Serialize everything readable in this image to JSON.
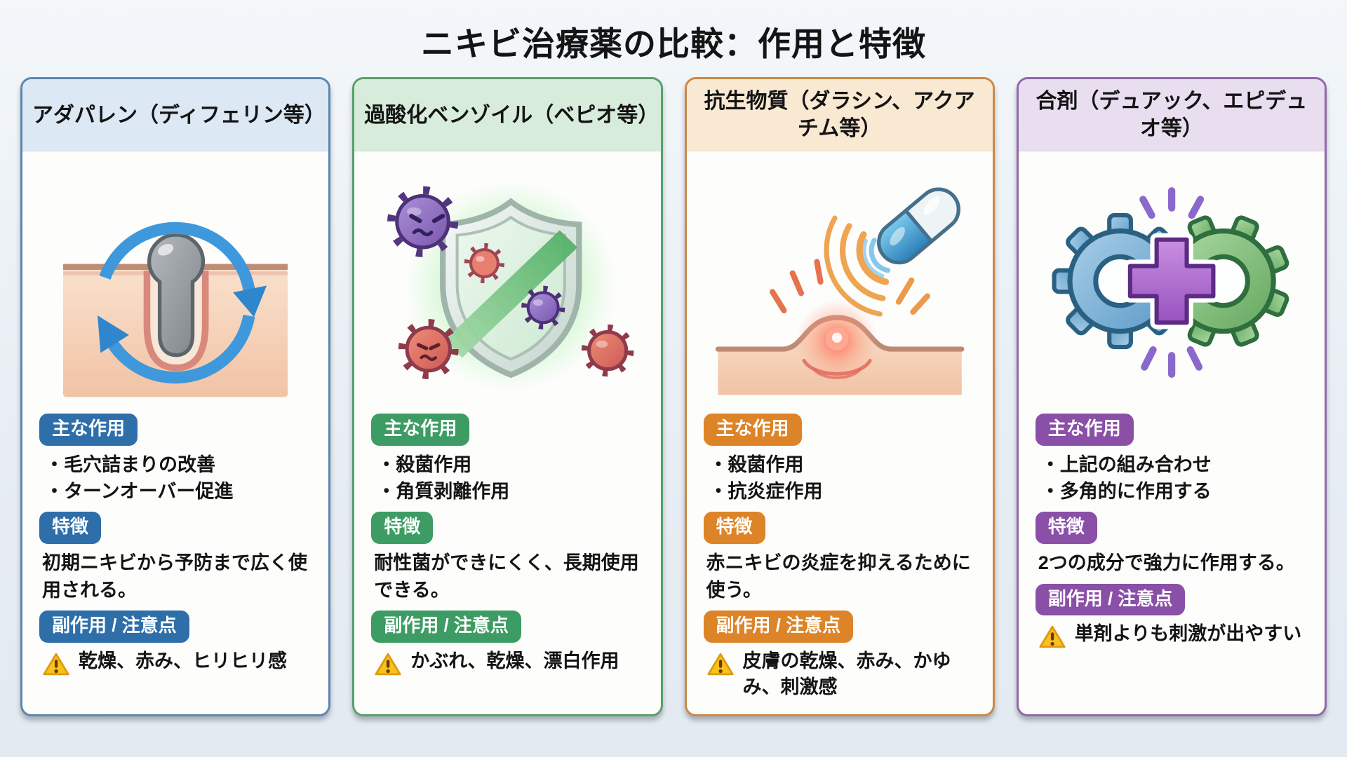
{
  "page": {
    "title": "ニキビ治療薬の比較：作用と特徴",
    "background_color": "#e9eff4"
  },
  "labels": {
    "main_action": "主な作用",
    "feature": "特徴",
    "side_effects": "副作用 / 注意点"
  },
  "warning_icon": "warning-triangle-icon",
  "cards": [
    {
      "id": "adapalene",
      "title": "アダパレン（ディフェリン等）",
      "illustration_icon": "skin-pore-turnover-illustration",
      "theme": {
        "border": "#5c87b0",
        "header_bg": "#dce8f4",
        "badge_bg": "#2e6ea9"
      },
      "main_actions": [
        "・毛穴詰まりの改善",
        "・ターンオーバー促進"
      ],
      "feature": "初期ニキビから予防まで広く使用される。",
      "side_effects": "乾燥、赤み、ヒリヒリ感"
    },
    {
      "id": "benzoyl-peroxide",
      "title": "過酸化ベンゾイル（ベピオ等）",
      "illustration_icon": "shield-virus-block-illustration",
      "theme": {
        "border": "#57a06c",
        "header_bg": "#d8ecdb",
        "badge_bg": "#3d9c64"
      },
      "main_actions": [
        "・殺菌作用",
        "・角質剥離作用"
      ],
      "feature": "耐性菌ができにくく、長期使用できる。",
      "side_effects": "かぶれ、乾燥、漂白作用"
    },
    {
      "id": "antibiotics",
      "title": "抗生物質（ダラシン、アクアチム等）",
      "illustration_icon": "capsule-inflammation-illustration",
      "theme": {
        "border": "#cb8848",
        "header_bg": "#f9e9d3",
        "badge_bg": "#dd8328"
      },
      "main_actions": [
        "・殺菌作用",
        "・抗炎症作用"
      ],
      "feature": "赤ニキビの炎症を抑えるために使う。",
      "side_effects": "皮膚の乾燥、赤み、かゆみ、刺激感"
    },
    {
      "id": "combination",
      "title": "合剤（デュアック、エピデュオ等）",
      "illustration_icon": "combination-gears-illustration",
      "theme": {
        "border": "#9168a8",
        "header_bg": "#e9def0",
        "badge_bg": "#8a4fa6"
      },
      "main_actions": [
        "・上記の組み合わせ",
        "・多角的に作用する"
      ],
      "feature": "2つの成分で強力に作用する。",
      "side_effects": "単剤よりも刺激が出やすい"
    }
  ]
}
